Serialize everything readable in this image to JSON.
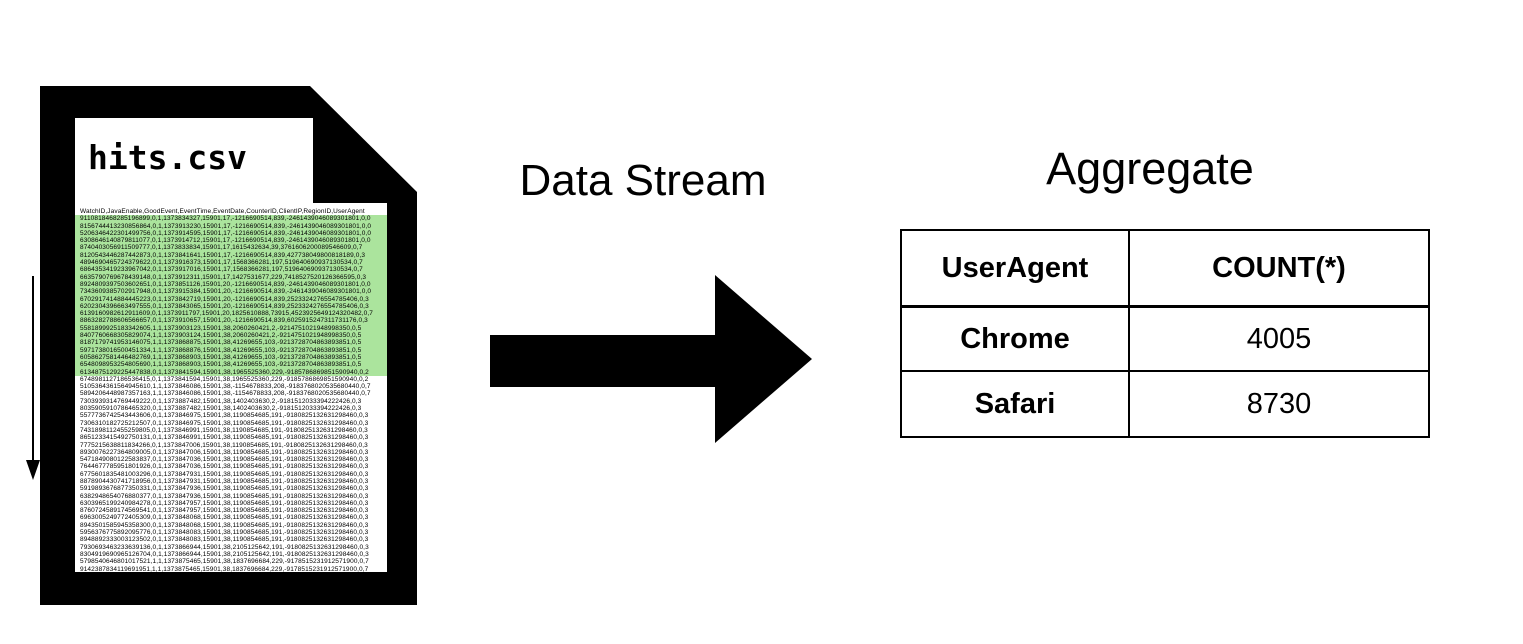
{
  "colors": {
    "highlight": "#abe49d",
    "ink": "#000000"
  },
  "file_card": {
    "filename": "hits.csv",
    "csv_header": "WatchID,JavaEnable,GoodEvent,EventTime,EventDate,CounterID,ClientIP,RegionID,UserAgent",
    "highlighted_row_count": 22,
    "csv_rows": [
      "9110818468285196899,0,1,1373834327,15901,17,-1216690514,839,-2461439046089301801,0,0",
      "8156744413230856864,0,1,1373913230,15901,17,-1216690514,839,-2461439046089301801,0,0",
      "5206346422301499756,0,1,1373914595,15901,17,-1216690514,839,-2461439046089301801,0,0",
      "6308646140879811077,0,1,1373914712,15901,17,-1216690514,839,-2461439046089301801,0,0",
      "8740403056911509777,0,1,1373833834,15901,17,1615432634,39,3761606200089546609,0,7",
      "8120543446287442873,0,1,1373841641,15901,17,-1216690514,839,427738049800818189,0,3",
      "4894690465724379622,0,1,1373916373,15901,17,1568366281,197,519640690937130534,0,7",
      "6864353419233967042,0,1,1373917016,15901,17,1568366281,197,519640690937130534,0,7",
      "6635790769678439148,0,1,1373912311,15901,17,1427531677,229,7418527520126366595,0,3",
      "8924809397503602651,0,1,1373851126,15901,20,-1216690514,839,-2461439046089301801,0,0",
      "7343609385702917948,0,1,1373915384,15901,20,-1216690514,839,-2461439046089301801,0,0",
      "6702917414884445223,0,1,1373842719,15901,20,-1216690514,839,2523324276554785406,0,3",
      "6202304396663497555,0,1,1373843065,15901,20,-1216690514,839,2523324276554785406,0,3",
      "6139160982612911609,0,1,1373911797,15901,20,1825610888,73915,4523925649124320482,0,7",
      "8863282788606566657,0,1,1373910657,15901,20,-1216690514,839,6025915247311731176,0,3",
      "5581899925183342605,1,1,1373903123,15901,38,2060260421,2,-9214751021948998350,0,5",
      "8407760668305829074,1,1,1373903124,15901,38,2060260421,2,-9214751021948998350,0,5",
      "8187179741953146075,1,1,1373868875,15901,38,41269655,103,-9213728704863893851,0,5",
      "5971738016500451334,1,1,1373868876,15901,38,41269655,103,-9213728704863893851,0,5",
      "6058627581446482769,1,1,1373868903,15901,38,41269655,103,-9213728704863893851,0,5",
      "6548098953254805690,1,1,1373868903,15901,38,41269655,103,-9213728704863893851,0,5",
      "6134875129225447838,0,1,1373841594,15901,38,1965525360,229,-9185786869851590940,0,2",
      "6748981127186536415,0,1,1373841594,15901,38,1965525360,229,-9185786869851590940,0,2",
      "5105364361564945610,1,1,1373846086,15901,38,-1154678833,208,-9183768020535680440,0,7",
      "5894206448987357163,1,1,1373846086,15901,38,-1154678833,208,-9183768020535680440,0,7",
      "7303939314769449222,0,1,1373887482,15901,38,1402403630,2,-9181512033394222426,0,3",
      "8035905910786465320,0,1,1373887482,15901,38,1402403630,2,-9181512033394222426,0,3",
      "5577736742543443606,0,1,1373846975,15901,38,1190854685,191,-9180825132631298460,0,3",
      "7306310182725212507,0,1,1373846975,15901,38,1190854685,191,-9180825132631298460,0,3",
      "7431898112455259805,0,1,1373846991,15901,38,1190854685,191,-9180825132631298460,0,3",
      "8651233415492750131,0,1,1373846991,15901,38,1190854685,191,-9180825132631298460,0,3",
      "7775215638811834266,0,1,1373847006,15901,38,1190854685,191,-9180825132631298460,0,3",
      "8930076227364809005,0,1,1373847006,15901,38,1190854685,191,-9180825132631298460,0,3",
      "5471849080122583837,0,1,1373847036,15901,38,1190854685,191,-9180825132631298460,0,3",
      "7644677785951801926,0,1,1373847036,15901,38,1190854685,191,-9180825132631298460,0,3",
      "6775601835481003296,0,1,1373847931,15901,38,1190854685,191,-9180825132631298460,0,3",
      "8878904430741718956,0,1,1373847931,15901,38,1190854685,191,-9180825132631298460,0,3",
      "5919893676877350331,0,1,1373847936,15901,38,1190854685,191,-9180825132631298460,0,3",
      "6382948654076880377,0,1,1373847936,15901,38,1190854685,191,-9180825132631298460,0,3",
      "6303965199240984278,0,1,1373847957,15901,38,1190854685,191,-9180825132631298460,0,3",
      "8760724589174569541,0,1,1373847957,15901,38,1190854685,191,-9180825132631298460,0,3",
      "6963005249772405309,0,1,1373848068,15901,38,1190854685,191,-9180825132631298460,0,3",
      "8943501585945358300,0,1,1373848068,15901,38,1190854685,191,-9180825132631298460,0,3",
      "5956376775892095776,0,1,1373848083,15901,38,1190854685,191,-9180825132631298460,0,3",
      "8948892333003123502,0,1,1373848083,15901,38,1190854685,191,-9180825132631298460,0,3",
      "7930693463233639136,0,1,1373866944,15901,38,2105125642,191,-9180825132631298460,0,3",
      "8304919690965126704,0,1,1373866944,15901,38,2105125642,191,-9180825132631298460,0,3",
      "5798540646801017521,1,1,1373875465,15901,38,1837696684,229,-9178515231912571900,0,7",
      "9142387834119691951,1,1,1373875465,15901,38,1837696684,229,-9178515231912571900,0,7"
    ]
  },
  "flow": {
    "label": "Data Stream"
  },
  "aggregate": {
    "title": "Aggregate",
    "columns": [
      "UserAgent",
      "COUNT(*)"
    ],
    "rows": [
      {
        "agent": "Chrome",
        "count": "4005"
      },
      {
        "agent": "Safari",
        "count": "8730"
      }
    ]
  }
}
